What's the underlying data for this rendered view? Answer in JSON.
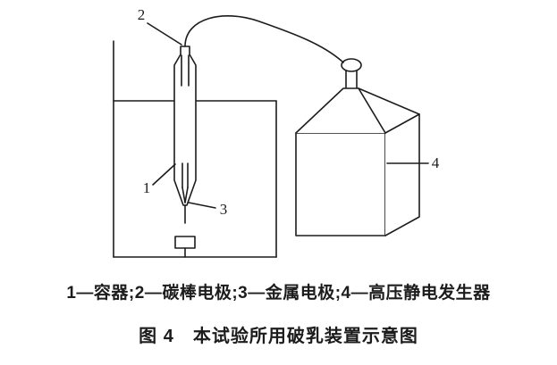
{
  "figure": {
    "labels": {
      "container": "1",
      "carbon_rod_electrode": "2",
      "metal_electrode": "3",
      "generator": "4"
    },
    "caption": {
      "legend": "1—容器;2—碳棒电极;3—金属电极;4—高压静电发生器",
      "title": "图 4　本试验所用破乳装置示意图"
    }
  },
  "colors": {
    "ink": "#1c1c1c",
    "background": "#ffffff"
  }
}
